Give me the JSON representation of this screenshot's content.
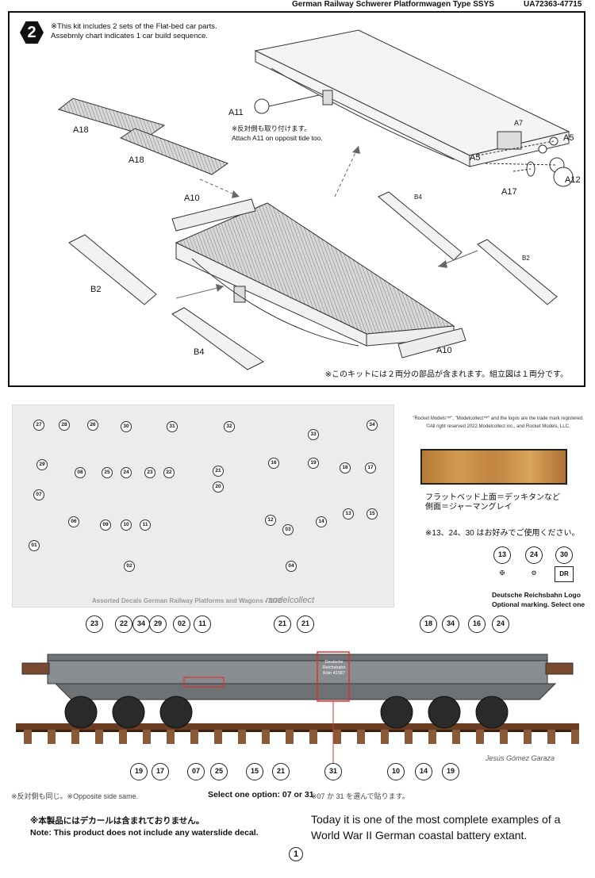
{
  "header": {
    "title": "German Railway Schwerer Platformwagen Type SSYS",
    "code": "UA72363-47715"
  },
  "step": {
    "number": "2",
    "note_line1": "※This kit includes 2 sets of the Flat-bed car parts.",
    "note_line2": "Assebmly chart indicates 1 car build sequence.",
    "attach_jp": "※反対側も取り付けます。",
    "attach_en": "Attach A11 on opposit tide too.",
    "footer_jp": "※このキットには２両分の部品が含まれます。組立図は１両分です。",
    "parts": {
      "a11": "A11",
      "a18_1": "A18",
      "a18_2": "A18",
      "a10_top": "A10",
      "a10_bot": "A10",
      "b2_left": "B2",
      "b2_right": "B2",
      "b4_left": "B4",
      "b4_right": "B4",
      "a5_1": "A5",
      "a5_2": "A5",
      "a7": "A7",
      "a17": "A17",
      "a12": "A12"
    }
  },
  "decal_sheet": {
    "caption": "Assorted Decals German Railway Platforms and Wagons - 1/72",
    "brand": "modelcollect",
    "numbers": [
      "27",
      "28",
      "26",
      "30",
      "31",
      "32",
      "33",
      "34",
      "29",
      "16",
      "19",
      "18",
      "17",
      "08",
      "25",
      "24",
      "23",
      "22",
      "21",
      "20",
      "07",
      "06",
      "09",
      "10",
      "11",
      "12",
      "03",
      "14",
      "13",
      "15",
      "01",
      "02",
      "04"
    ]
  },
  "trademark": {
    "line1": "\"Rocket Models™\", \"Modelcollect™\" and the logos are the trade mark registered.",
    "line2": "©All right reserved 2022 Modelcollect inc., and Rocket Models, LLC."
  },
  "colors_note": {
    "line1": "フラットベッド上面＝デッキタンなど",
    "line2": "側面＝ジャーマングレイ"
  },
  "optional": {
    "jp": "※13、24、30 はお好みでご使用ください。",
    "items": [
      "13",
      "24",
      "30"
    ],
    "logo_dr": "DR",
    "caption_line1": "Deutsche Reichsbahn Logo",
    "caption_line2": "Optional marking. Select one"
  },
  "side_view": {
    "top_numbers": [
      "23",
      "22",
      "34",
      "29",
      "02",
      "11",
      "21",
      "21",
      "18",
      "34",
      "16",
      "24"
    ],
    "bottom_numbers": [
      "19",
      "17",
      "07",
      "25",
      "15",
      "21",
      "31",
      "10",
      "14",
      "19"
    ],
    "wagon_text": "Deutsche Reichsbahn Köln 42387",
    "signature": "Jesús Gómez Garaza"
  },
  "footer": {
    "opposite": "※反対側も同じ。※Opposite side same.",
    "select": "Select one option: 07 or 31",
    "select_jp": "※07 か 31 を選んで貼ります。",
    "no_decal_jp": "※本製品にはデカールは含まれておりません。",
    "no_decal_en": "Note: This product does not include any waterslide decal.",
    "quote": "Today it is one of the most complete examples of a World War II German coastal battery extant.",
    "page": "1"
  }
}
